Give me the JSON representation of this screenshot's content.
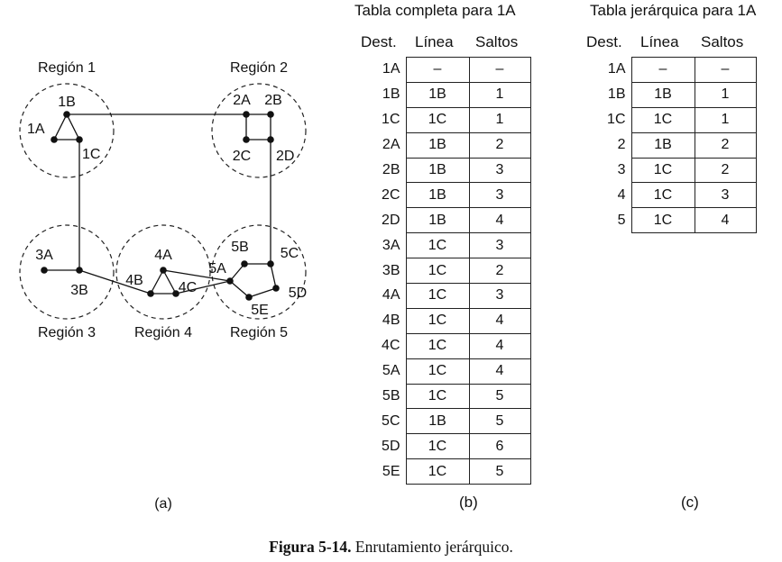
{
  "diagram": {
    "regions": [
      {
        "id": "r1",
        "label": "Región 1"
      },
      {
        "id": "r2",
        "label": "Región 2"
      },
      {
        "id": "r3",
        "label": "Región 3"
      },
      {
        "id": "r4",
        "label": "Región 4"
      },
      {
        "id": "r5",
        "label": "Región 5"
      }
    ],
    "nodes": [
      {
        "id": "1A",
        "label": "1A"
      },
      {
        "id": "1B",
        "label": "1B"
      },
      {
        "id": "1C",
        "label": "1C"
      },
      {
        "id": "2A",
        "label": "2A"
      },
      {
        "id": "2B",
        "label": "2B"
      },
      {
        "id": "2C",
        "label": "2C"
      },
      {
        "id": "2D",
        "label": "2D"
      },
      {
        "id": "3A",
        "label": "3A"
      },
      {
        "id": "3B",
        "label": "3B"
      },
      {
        "id": "4A",
        "label": "4A"
      },
      {
        "id": "4B",
        "label": "4B"
      },
      {
        "id": "4C",
        "label": "4C"
      },
      {
        "id": "5A",
        "label": "5A"
      },
      {
        "id": "5B",
        "label": "5B"
      },
      {
        "id": "5C",
        "label": "5C"
      },
      {
        "id": "5D",
        "label": "5D"
      },
      {
        "id": "5E",
        "label": "5E"
      }
    ],
    "edges": [
      [
        "1A",
        "1B"
      ],
      [
        "1B",
        "1C"
      ],
      [
        "1A",
        "1C"
      ],
      [
        "1B",
        "2A"
      ],
      [
        "1C",
        "3B"
      ],
      [
        "2A",
        "2B"
      ],
      [
        "2A",
        "2C"
      ],
      [
        "2B",
        "2D"
      ],
      [
        "2C",
        "2D"
      ],
      [
        "2D",
        "5C"
      ],
      [
        "3A",
        "3B"
      ],
      [
        "3B",
        "4B"
      ],
      [
        "4A",
        "4B"
      ],
      [
        "4A",
        "4C"
      ],
      [
        "4B",
        "4C"
      ],
      [
        "4A",
        "5A"
      ],
      [
        "4C",
        "5A"
      ],
      [
        "5A",
        "5B"
      ],
      [
        "5B",
        "5C"
      ],
      [
        "5C",
        "5D"
      ],
      [
        "5D",
        "5E"
      ],
      [
        "5E",
        "5A"
      ]
    ],
    "sublabel": "(a)"
  },
  "table_full": {
    "title": "Tabla completa para 1A",
    "headers": {
      "dest": "Dest.",
      "line": "Línea",
      "hops": "Saltos"
    },
    "rows": [
      {
        "dest": "1A",
        "line": "–",
        "hops": "–"
      },
      {
        "dest": "1B",
        "line": "1B",
        "hops": "1"
      },
      {
        "dest": "1C",
        "line": "1C",
        "hops": "1"
      },
      {
        "dest": "2A",
        "line": "1B",
        "hops": "2"
      },
      {
        "dest": "2B",
        "line": "1B",
        "hops": "3"
      },
      {
        "dest": "2C",
        "line": "1B",
        "hops": "3"
      },
      {
        "dest": "2D",
        "line": "1B",
        "hops": "4"
      },
      {
        "dest": "3A",
        "line": "1C",
        "hops": "3"
      },
      {
        "dest": "3B",
        "line": "1C",
        "hops": "2"
      },
      {
        "dest": "4A",
        "line": "1C",
        "hops": "3"
      },
      {
        "dest": "4B",
        "line": "1C",
        "hops": "4"
      },
      {
        "dest": "4C",
        "line": "1C",
        "hops": "4"
      },
      {
        "dest": "5A",
        "line": "1C",
        "hops": "4"
      },
      {
        "dest": "5B",
        "line": "1C",
        "hops": "5"
      },
      {
        "dest": "5C",
        "line": "1B",
        "hops": "5"
      },
      {
        "dest": "5D",
        "line": "1C",
        "hops": "6"
      },
      {
        "dest": "5E",
        "line": "1C",
        "hops": "5"
      }
    ],
    "sublabel": "(b)"
  },
  "table_hier": {
    "title": "Tabla jerárquica para 1A",
    "headers": {
      "dest": "Dest.",
      "line": "Línea",
      "hops": "Saltos"
    },
    "rows": [
      {
        "dest": "1A",
        "line": "–",
        "hops": "–"
      },
      {
        "dest": "1B",
        "line": "1B",
        "hops": "1"
      },
      {
        "dest": "1C",
        "line": "1C",
        "hops": "1"
      },
      {
        "dest": "2",
        "line": "1B",
        "hops": "2"
      },
      {
        "dest": "3",
        "line": "1C",
        "hops": "2"
      },
      {
        "dest": "4",
        "line": "1C",
        "hops": "3"
      },
      {
        "dest": "5",
        "line": "1C",
        "hops": "4"
      }
    ],
    "sublabel": "(c)"
  },
  "caption": {
    "label": "Figura 5-14.",
    "text": "Enrutamiento jerárquico."
  }
}
